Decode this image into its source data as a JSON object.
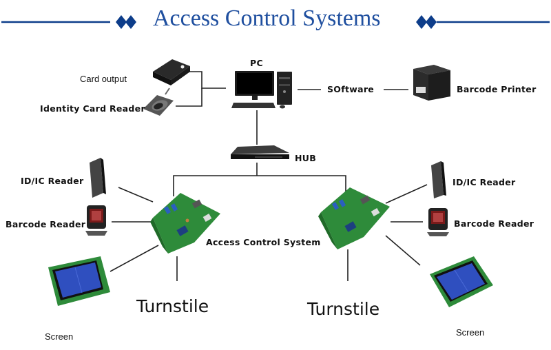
{
  "title": "Access Control Systems",
  "colors": {
    "title": "#1f4f9f",
    "header_rule": "#0d3d8a",
    "connector": "#222222",
    "board": "#2e8b3a",
    "lcd": "#2f4fbf"
  },
  "nodes": {
    "pc": {
      "label": "PC",
      "icon": "desktop-computer-icon"
    },
    "card_output": {
      "label": "Card output",
      "icon": "card-dispenser-icon"
    },
    "identity_card_reader": {
      "label": "Identity Card Reader",
      "icon": "card-reader-icon"
    },
    "software": {
      "label": "SOftware"
    },
    "barcode_printer": {
      "label": "Barcode Printer",
      "icon": "printer-icon"
    },
    "hub": {
      "label": "HUB",
      "icon": "network-switch-icon"
    },
    "left": {
      "id_ic_reader": {
        "label": "ID/IC Reader",
        "icon": "rfid-reader-icon"
      },
      "barcode_reader": {
        "label": "Barcode Reader",
        "icon": "barcode-scanner-icon"
      },
      "controller": {
        "label": "Access Control System",
        "icon": "circuit-board-icon"
      },
      "screen": {
        "label": "Screen",
        "icon": "lcd-screen-icon"
      },
      "turnstile": {
        "label": "Turnstile"
      }
    },
    "right": {
      "id_ic_reader": {
        "label": "ID/IC Reader",
        "icon": "rfid-reader-icon"
      },
      "barcode_reader": {
        "label": "Barcode Reader",
        "icon": "barcode-scanner-icon"
      },
      "controller": {
        "icon": "circuit-board-icon"
      },
      "screen": {
        "label": "Screen",
        "icon": "lcd-screen-icon"
      },
      "turnstile": {
        "label": "Turnstile"
      }
    }
  },
  "edges": [
    [
      "card_output",
      "pc"
    ],
    [
      "identity_card_reader",
      "pc"
    ],
    [
      "pc",
      "software"
    ],
    [
      "software",
      "barcode_printer"
    ],
    [
      "pc",
      "hub"
    ],
    [
      "hub",
      "left.controller"
    ],
    [
      "hub",
      "right.controller"
    ],
    [
      "left.id_ic_reader",
      "left.controller"
    ],
    [
      "left.barcode_reader",
      "left.controller"
    ],
    [
      "left.screen",
      "left.controller"
    ],
    [
      "left.controller",
      "left.turnstile"
    ],
    [
      "right.id_ic_reader",
      "right.controller"
    ],
    [
      "right.barcode_reader",
      "right.controller"
    ],
    [
      "right.screen",
      "right.controller"
    ],
    [
      "right.controller",
      "right.turnstile"
    ]
  ]
}
